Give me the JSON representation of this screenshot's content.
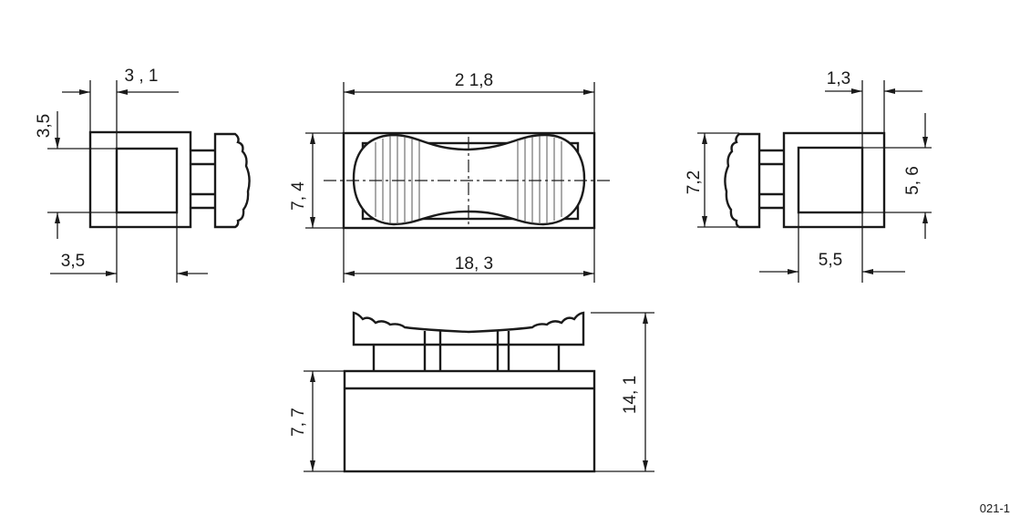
{
  "dimensions": {
    "left_view": {
      "top_width": "3 , 1",
      "side_height": "3,5",
      "bottom_width": "3,5"
    },
    "top_view": {
      "overall_length": "2 1,8",
      "height": "7, 4",
      "inner_length": "18, 3"
    },
    "right_view": {
      "top_width": "1,3",
      "height": "7,2",
      "inner_height": "5, 6",
      "bottom_width": "5,5"
    },
    "front_view": {
      "base_height": "7, 7",
      "total_height": "14, 1"
    }
  },
  "reference": {
    "code": "021-1"
  }
}
